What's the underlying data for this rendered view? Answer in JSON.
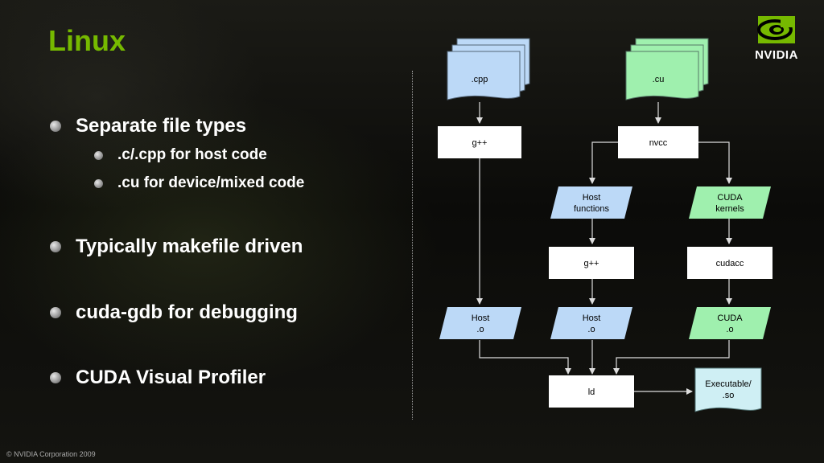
{
  "slide": {
    "title": "Linux",
    "footer": "© NVIDIA Corporation 2009"
  },
  "logo": {
    "text": "NVIDIA"
  },
  "bullets": [
    {
      "level": 1,
      "text": "Separate file types"
    },
    {
      "level": 2,
      "text": ".c/.cpp for host code"
    },
    {
      "level": 2,
      "text": ".cu for device/mixed code"
    },
    {
      "level": 1,
      "text": "Typically makefile driven"
    },
    {
      "level": 1,
      "text": "cuda-gdb for debugging"
    },
    {
      "level": 1,
      "text": "CUDA Visual Profiler"
    }
  ],
  "diagram": {
    "colors": {
      "host": "#bcd9f7",
      "device": "#9ff0ae",
      "process": "#ffffff"
    },
    "nodes": {
      "cpp_files": ".cpp",
      "cu_files": ".cu",
      "gpp1": "g++",
      "nvcc": "nvcc",
      "host_functions": "Host\nfunctions",
      "cuda_kernels": "CUDA\nkernels",
      "gpp2": "g++",
      "cudacc": "cudacc",
      "host_o1": "Host\n.o",
      "host_o2": "Host\n.o",
      "cuda_o": "CUDA\n.o",
      "ld": "ld",
      "executable": "Executable/\n.so"
    }
  }
}
